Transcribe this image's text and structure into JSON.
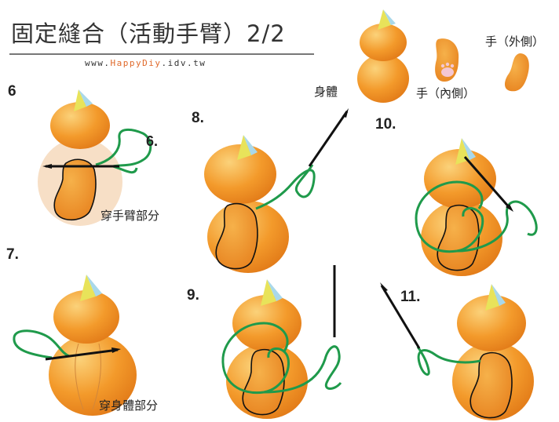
{
  "header": {
    "title": "固定縫合（活動手臂）2/2",
    "url_prefix": "www.",
    "url_brand": "HappyDiy",
    "url_suffix": ".idv.tw"
  },
  "legend": {
    "body": "身體",
    "arm_inner": "手（內側）",
    "arm_outer": "手（外側）"
  },
  "steps": {
    "s6": "6",
    "s6_mark": "6.",
    "s6_caption": "穿手臂部分",
    "s7": "7.",
    "s7_caption": "穿身體部分",
    "s8": "8.",
    "s9": "9.",
    "s10": "10.",
    "s11": "11."
  },
  "colors": {
    "body_orange": "#f39a2b",
    "body_light": "#f8c46a",
    "thread_green": "#1f9a4b",
    "ear_yellow": "#e8e35a",
    "ear_blue": "#a9d8ea",
    "halo": "#f7dfc6"
  }
}
